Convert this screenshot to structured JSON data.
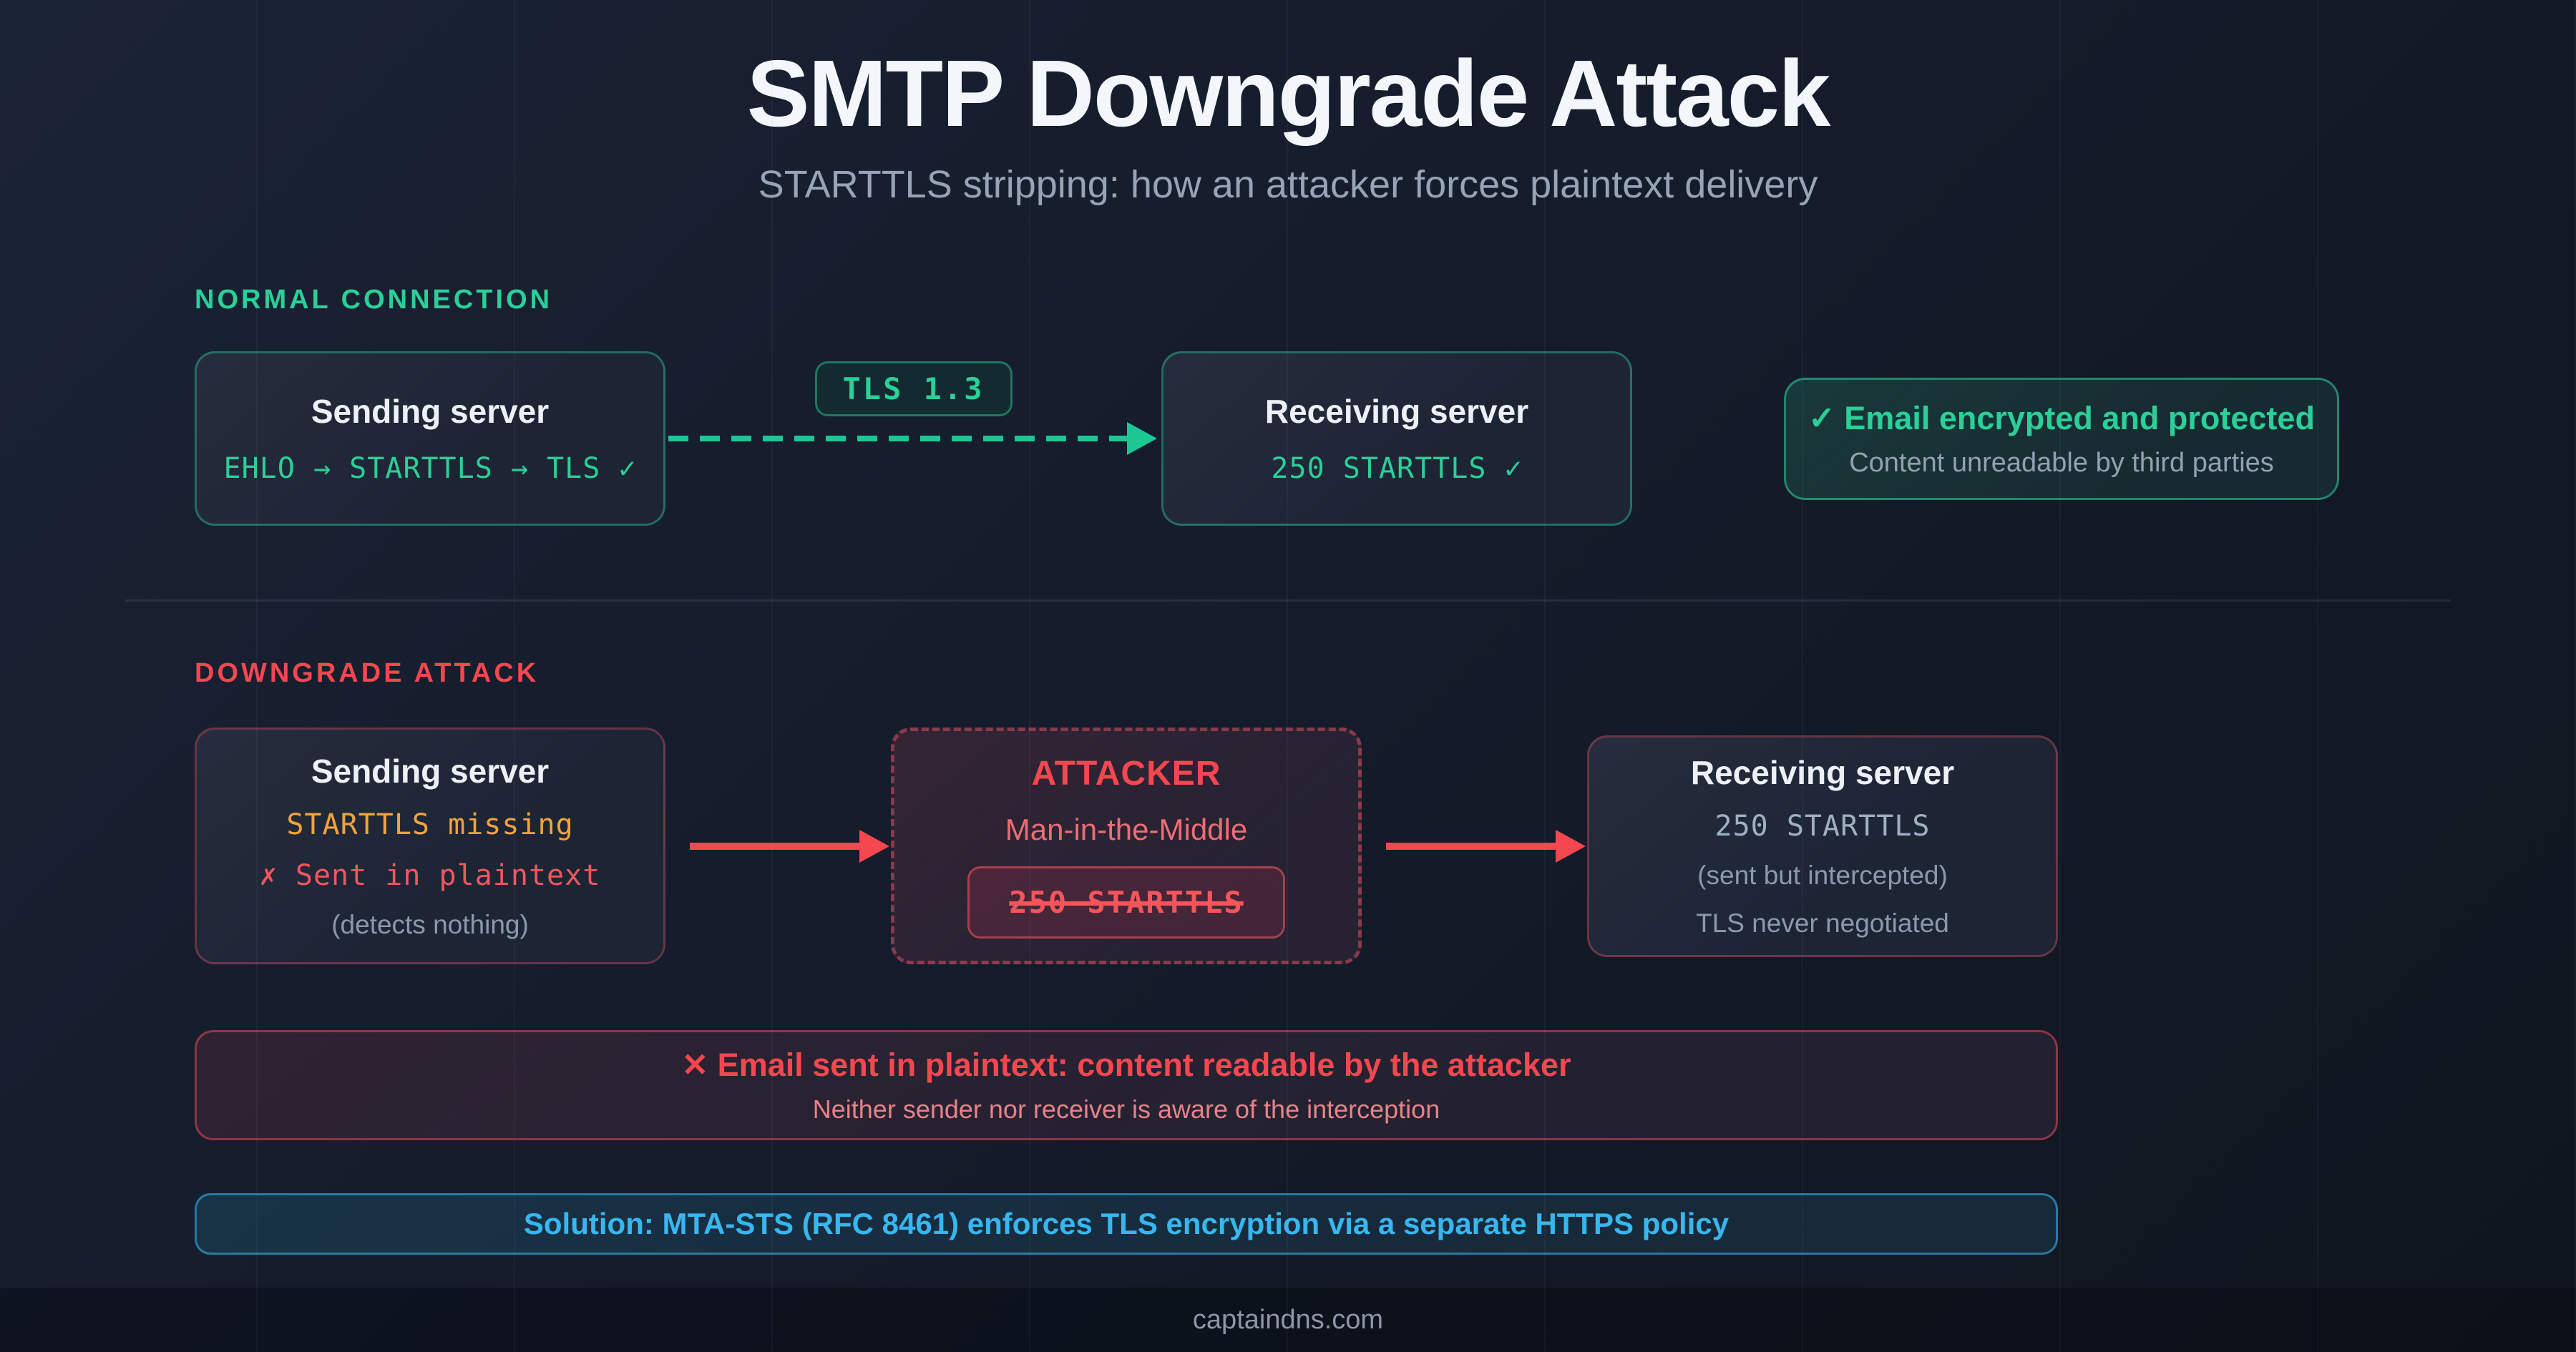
{
  "header": {
    "title": "SMTP Downgrade Attack",
    "subtitle": "STARTTLS stripping: how an attacker forces plaintext delivery"
  },
  "normal": {
    "label": "NORMAL CONNECTION",
    "sending_title": "Sending server",
    "sending_code": "EHLO → STARTTLS → TLS ✓",
    "tls_badge": "TLS 1.3",
    "receiving_title": "Receiving server",
    "receiving_code": "250 STARTTLS ✓",
    "result_title": "✓ Email encrypted and protected",
    "result_subtitle": "Content unreadable by third parties"
  },
  "attack": {
    "label": "DOWNGRADE ATTACK",
    "sending_title": "Sending server",
    "sending_code_warn": "STARTTLS missing",
    "sending_code_fail": "✗ Sent in plaintext",
    "sending_note": "(detects nothing)",
    "attacker_title": "ATTACKER",
    "attacker_subtitle": "Man-in-the-Middle",
    "attacker_badge": "250 STARTTLS",
    "receiving_title": "Receiving server",
    "receiving_code": "250 STARTTLS",
    "receiving_note1": "(sent but intercepted)",
    "receiving_note2": "TLS never negotiated"
  },
  "warning": {
    "title": "✕ Email sent in plaintext: content readable by the attacker",
    "subtitle": "Neither sender nor receiver is aware of the interception"
  },
  "solution": {
    "text": "Solution: MTA-STS (RFC 8461) enforces TLS encryption via a separate HTTPS policy"
  },
  "footer": {
    "text": "captaindns.com"
  },
  "colors": {
    "background": "#141b2a",
    "accent_green": "#2bcf97",
    "accent_red": "#f4474f",
    "accent_amber": "#f2a33c",
    "accent_blue": "#38b6f0"
  }
}
